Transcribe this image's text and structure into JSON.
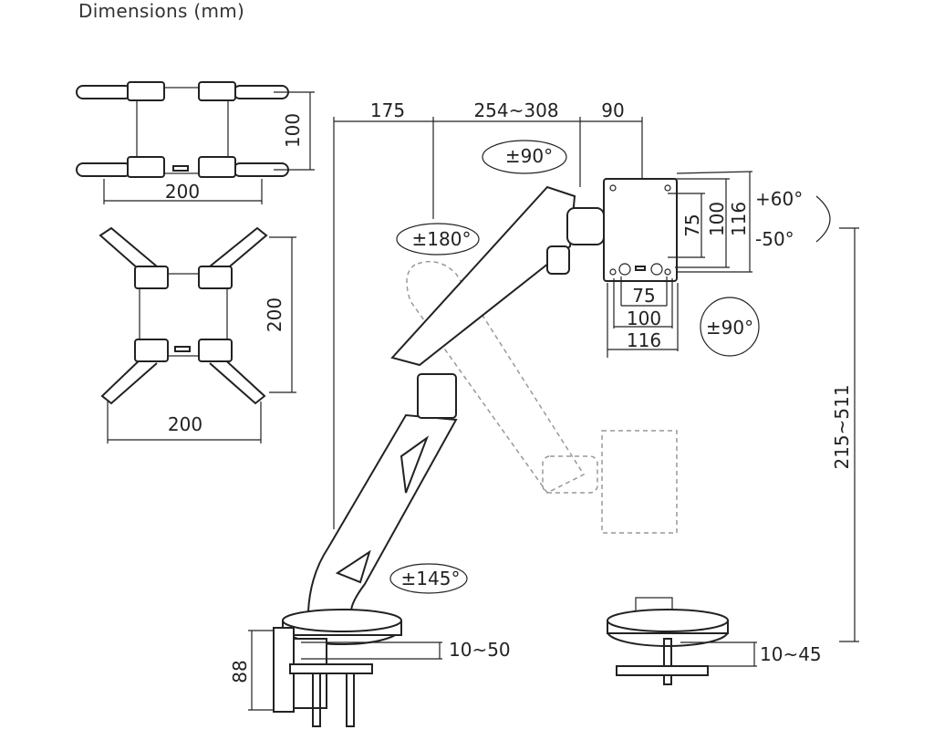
{
  "title": "Dimensions (mm)",
  "vesa_plates": {
    "top_height": "100",
    "top_width": "200",
    "bottom_height": "200",
    "bottom_width": "200"
  },
  "horizontal_dims": {
    "base_to_joint": "175",
    "arm_reach": "254~308",
    "head": "90"
  },
  "rotations": {
    "head_swivel": "±90°",
    "arm_swivel": "±180°",
    "tilt_up": "+60°",
    "tilt_down": "-50°",
    "portrait_rotation": "±90°",
    "lower_arm": "±145°"
  },
  "head_plate": {
    "v_inner": "75",
    "v_mid": "100",
    "v_outer": "116",
    "h_inner": "75",
    "h_mid": "100",
    "h_outer": "116"
  },
  "height_range": "215~511",
  "clamp": {
    "height": "88",
    "desk_thickness": "10~50"
  },
  "grommet": {
    "desk_thickness": "10~45"
  }
}
